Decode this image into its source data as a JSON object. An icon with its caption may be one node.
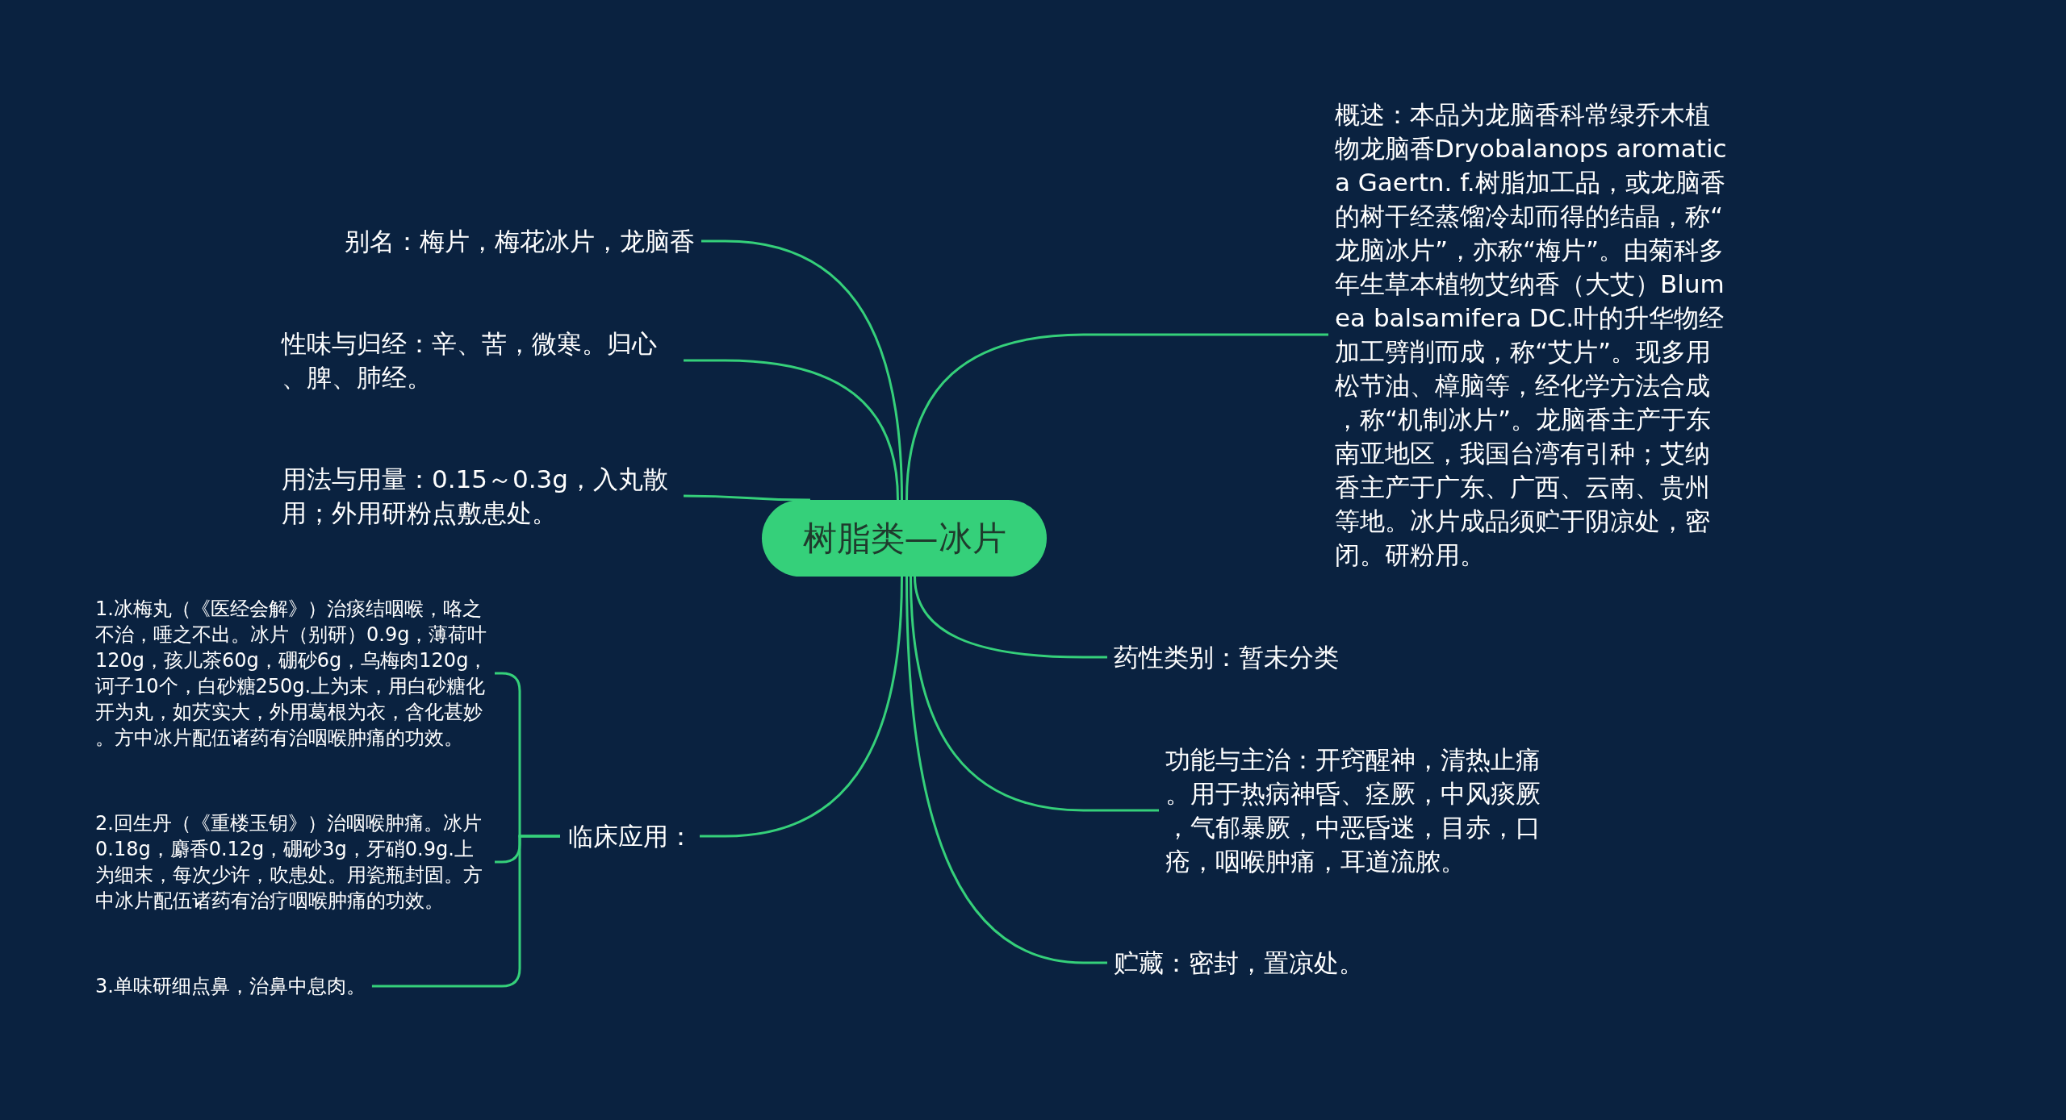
{
  "diagram": {
    "nodes": [
      {
        "text": [
          "树脂类—冰片"
        ]
      },
      {
        "text": [
          "别名：梅片，梅花冰片，龙脑香"
        ]
      },
      {
        "text": [
          "性味与归经：辛、苦，微寒。归心、脾、肺经。"
        ]
      },
      {
        "text": [
          "用法与用量：0.15～0.3g，入丸散用；外用研粉点敷患处。"
        ]
      },
      {
        "text": [
          "临床应用："
        ]
      },
      {
        "text": [
          "1.冰梅丸（《医经会解》）治痰结咽喉，咯之不治，唾之不出。冰片（别研）0.9g，薄荷叶120g，孩儿茶60g，硼砂6g，乌梅肉120g，诃子10个，白砂糖250g.上为末，用白砂糖化开为丸，如芡实大，外用葛根为衣，含化甚妙。方中冰片配伍诸药有治咽喉肿痛的功效。"
        ]
      },
      {
        "text": [
          "2.回生丹（《重楼玉钥》）治咽喉肿痛。冰片0.18g，麝香0.12g，硼砂3g，牙硝0.9g.上为细末，每次少许，吹患处。用瓷瓶封固。方中冰片配伍诸药有治疗咽喉肿痛的功效。"
        ]
      },
      {
        "text": [
          "3.单味研细点鼻，治鼻中息肉。"
        ]
      },
      {
        "text": [
          "概述：本品为龙脑香科常绿乔木植物龙脑香Dryobalanops aromatica Gaertn. f.树脂加工品，或龙脑香的树干经蒸馏冷却而得的结晶，称“龙脑冰片”，亦称“梅片”。由菊科多年生草本植物艾纳香（大艾）Blumea balsamifera DC.叶的升华物经加工劈削而成，称“艾片”。现多用松节油、樟脑等，经化学方法合成，称“机制冰片”。龙脑香主产于东南亚地区，我国台湾有引种；艾纳香主产于广东、广西、云南、贵州等地。冰片成品须贮于阴凉处，密闭。研粉用。"
        ]
      },
      {
        "text": [
          "药性类别：暂未分类"
        ]
      },
      {
        "text": [
          "功能与主治：开窍醒神，清热止痛。用于热病神昏、痉厥，中风痰厥，气郁暴厥，中恶昏迷，目赤，口疮，咽喉肿痛，耳道流脓。"
        ]
      },
      {
        "text": [
          "贮藏：密封，置凉处。"
        ]
      }
    ],
    "edges": [
      {
        "from": 0,
        "to": 1,
        "arrow": "none"
      },
      {
        "from": 0,
        "to": 2,
        "arrow": "none"
      },
      {
        "from": 0,
        "to": 3,
        "arrow": "none"
      },
      {
        "from": 0,
        "to": 4,
        "arrow": "none"
      },
      {
        "from": 4,
        "to": 5,
        "arrow": "none"
      },
      {
        "from": 4,
        "to": 6,
        "arrow": "none"
      },
      {
        "from": 4,
        "to": 7,
        "arrow": "none"
      },
      {
        "from": 0,
        "to": 8,
        "arrow": "none"
      },
      {
        "from": 0,
        "to": 9,
        "arrow": "none"
      },
      {
        "from": 0,
        "to": 10,
        "arrow": "none"
      },
      {
        "from": 0,
        "to": 11,
        "arrow": "none"
      }
    ]
  }
}
